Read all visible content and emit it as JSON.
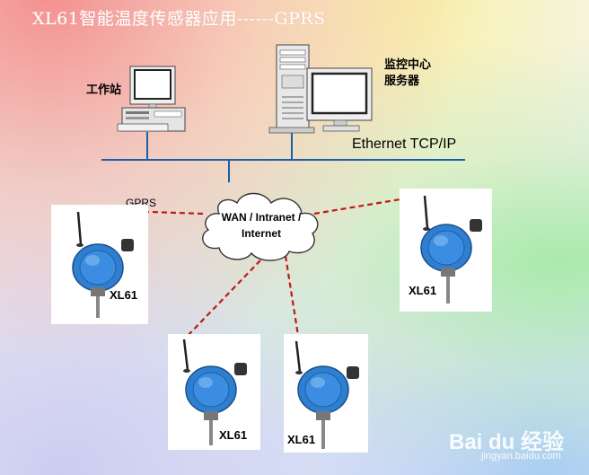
{
  "title": "XL61智能温度传感器应用------GPRS",
  "workstation_label": "工作站",
  "server_label_line1": "监控中心",
  "server_label_line2": "服务器",
  "network_label": "Ethernet TCP/IP",
  "cloud_line1": "WAN / Intranet /",
  "cloud_line2": "Internet",
  "link_label": "GPRS",
  "sensors": [
    {
      "model": "XL61"
    },
    {
      "model": "XL61"
    },
    {
      "model": "XL61"
    },
    {
      "model": "XL61"
    }
  ],
  "watermark_brand": "Bai du 经验",
  "watermark_url": "jingyan.baidu.com",
  "colors": {
    "sensor_body": "#2f7fd0",
    "dashed_link": "#c01818",
    "ethernet_line": "#1a5fa8"
  }
}
